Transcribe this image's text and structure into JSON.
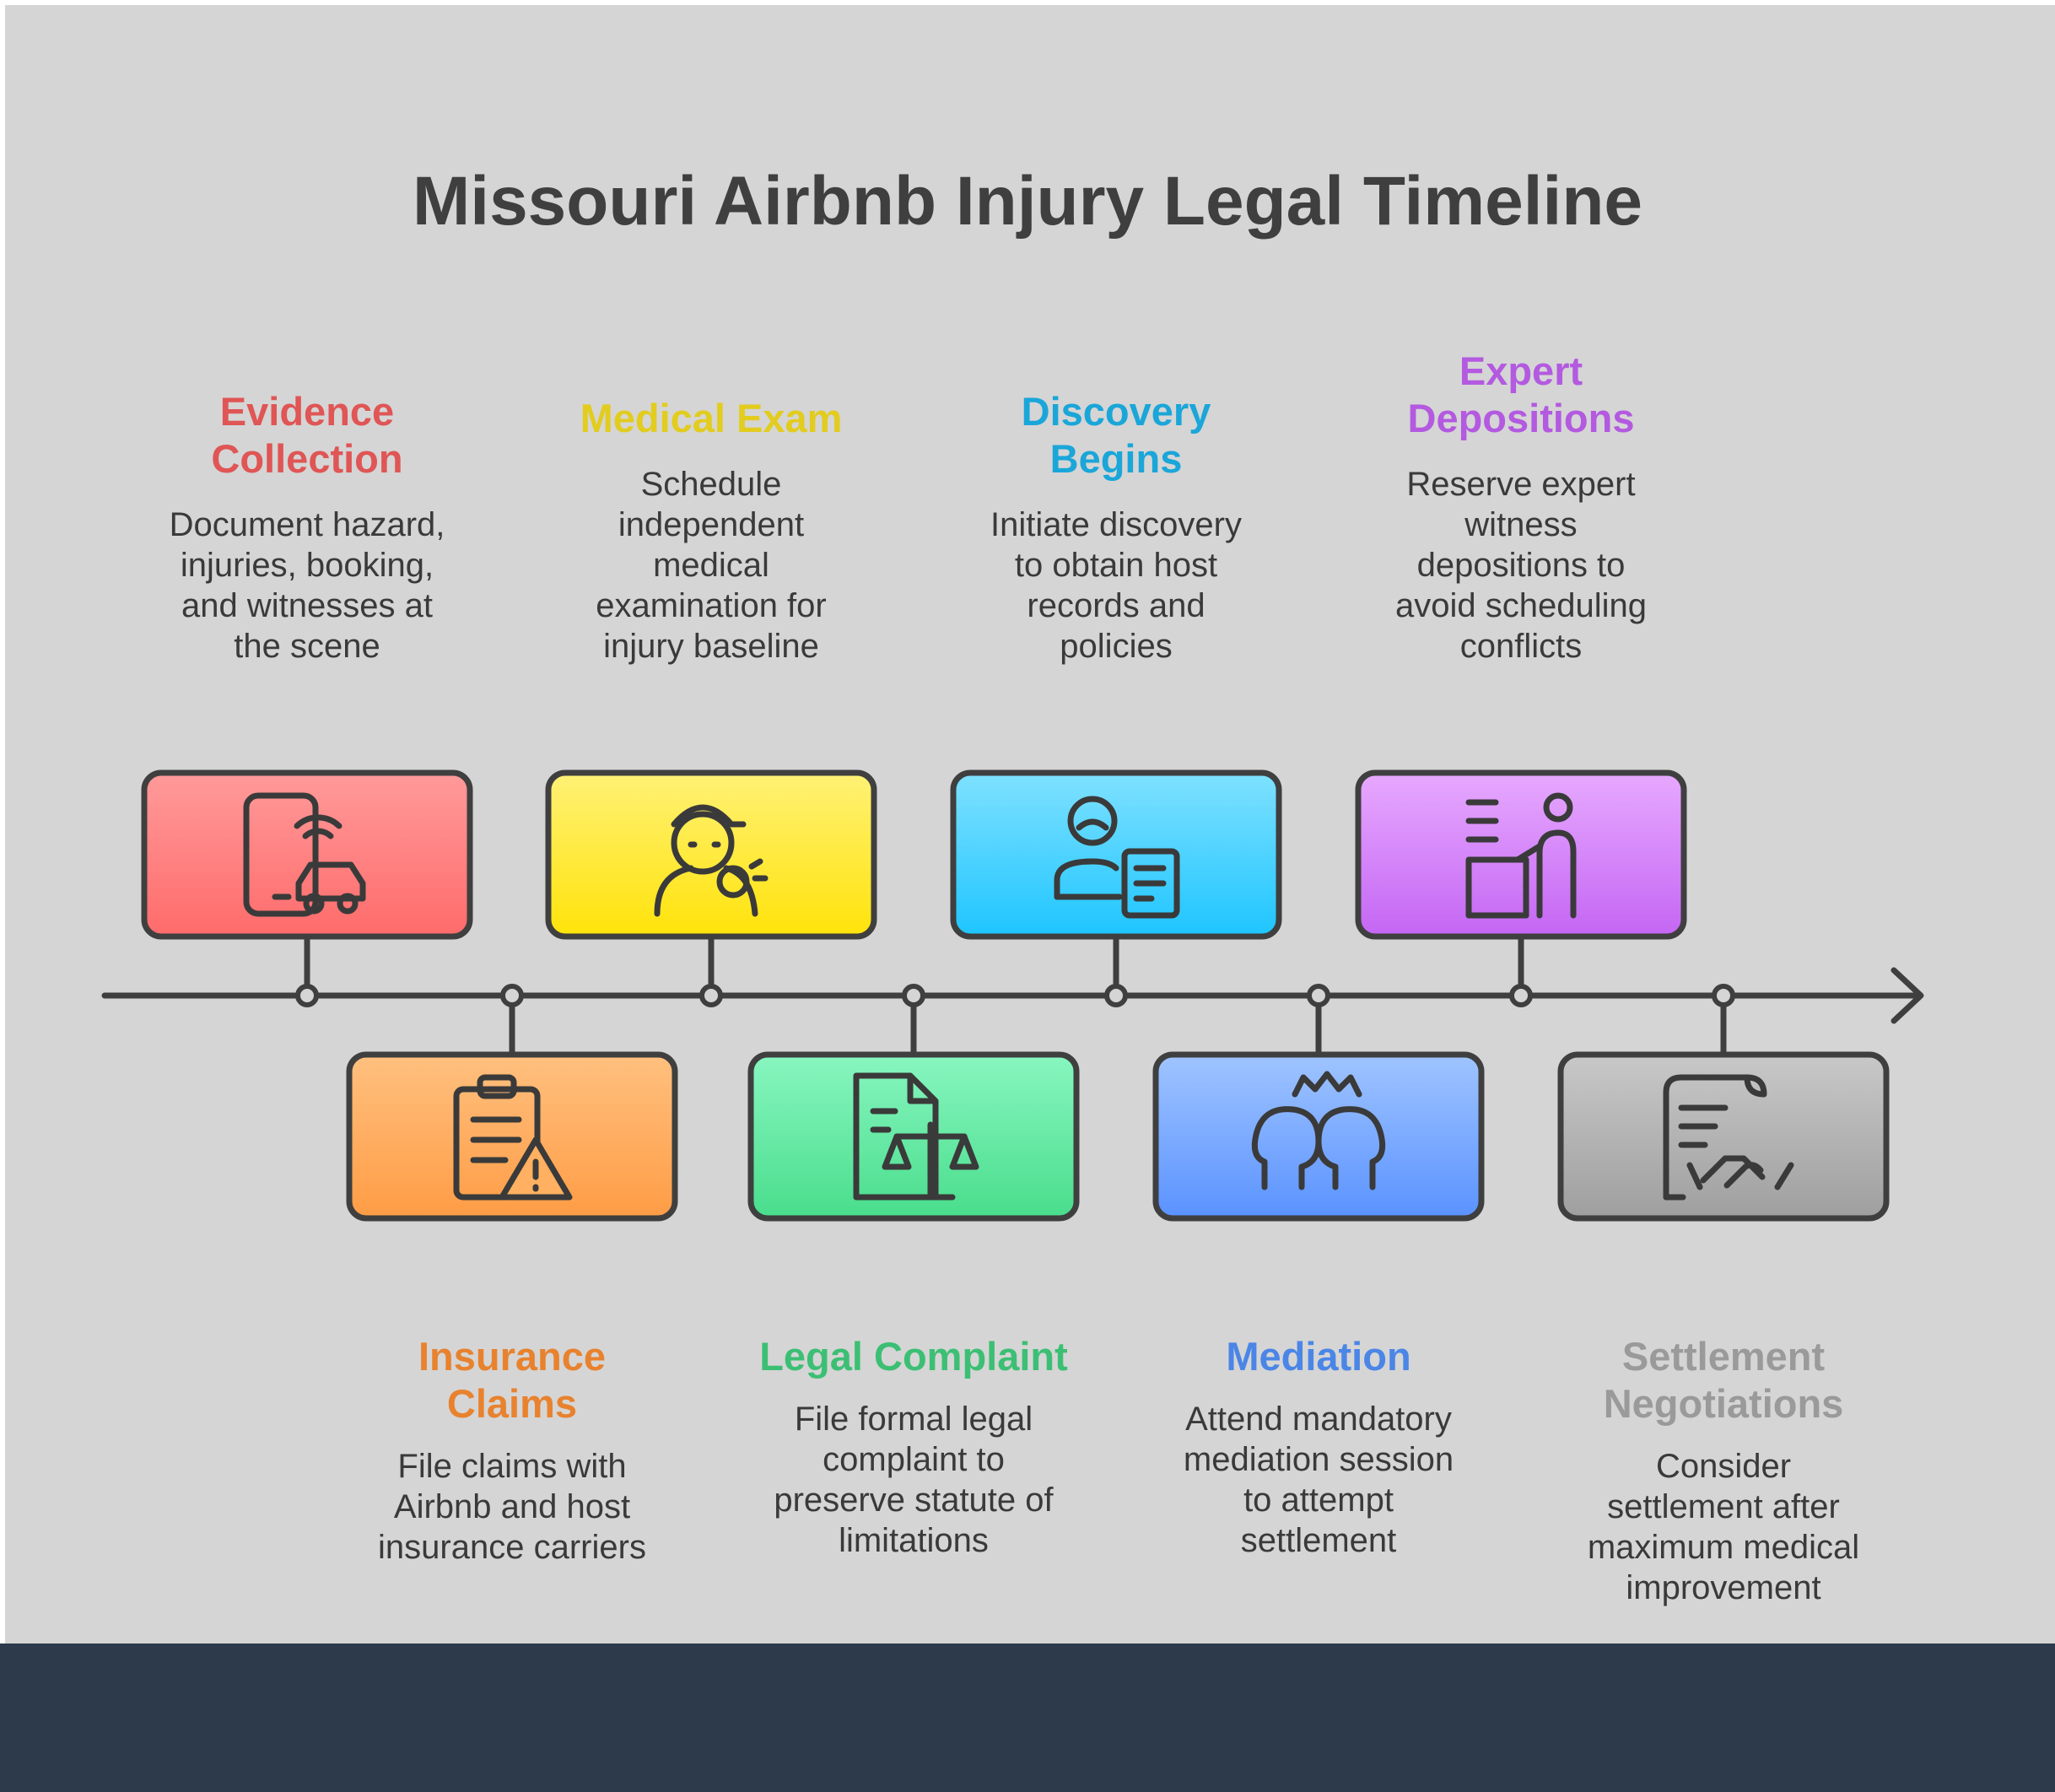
{
  "title": "Missouri Airbnb Injury Legal Timeline",
  "steps": [
    {
      "title": "Evidence Collection",
      "title_lines": [
        "Evidence",
        "Collection"
      ],
      "description": "Document hazard, injuries, booking, and witnesses at the scene",
      "desc_lines": [
        "Document hazard,",
        "injuries, booking,",
        "and witnesses at",
        "the scene"
      ],
      "color": "#e05555",
      "fill_top": "#ff9a9a",
      "fill_bottom": "#ff6b6b",
      "icon": "phone-car-alert-icon",
      "position": "above"
    },
    {
      "title": "Insurance Claims",
      "title_lines": [
        "Insurance",
        "Claims"
      ],
      "description": "File claims with Airbnb and host insurance carriers",
      "desc_lines": [
        "File claims with",
        "Airbnb and host",
        "insurance carriers"
      ],
      "color": "#e8822e",
      "fill_top": "#ffc07f",
      "fill_bottom": "#ff9c45",
      "icon": "clipboard-warning-icon",
      "position": "below"
    },
    {
      "title": "Medical Exam",
      "title_lines": [
        "Medical Exam"
      ],
      "description": "Schedule independent medical examination for injury baseline",
      "desc_lines": [
        "Schedule",
        "independent",
        "medical",
        "examination for",
        "injury baseline"
      ],
      "color": "#e2cc1e",
      "fill_top": "#fff176",
      "fill_bottom": "#ffe30a",
      "icon": "referee-whistle-icon",
      "position": "above"
    },
    {
      "title": "Legal Complaint",
      "title_lines": [
        "Legal Complaint"
      ],
      "description": "File formal legal complaint to preserve statute of limitations",
      "desc_lines": [
        "File formal legal",
        "complaint to",
        "preserve statute of",
        "limitations"
      ],
      "color": "#3cbf74",
      "fill_top": "#88f6c0",
      "fill_bottom": "#49dd8c",
      "icon": "document-scales-icon",
      "position": "below"
    },
    {
      "title": "Discovery Begins",
      "title_lines": [
        "Discovery",
        "Begins"
      ],
      "description": "Initiate discovery to obtain host records and policies",
      "desc_lines": [
        "Initiate discovery",
        "to obtain host",
        "records and",
        "policies"
      ],
      "color": "#1aa6d9",
      "fill_top": "#7fe1ff",
      "fill_bottom": "#1ec5ff",
      "icon": "person-record-icon",
      "position": "above"
    },
    {
      "title": "Mediation",
      "title_lines": [
        "Mediation"
      ],
      "description": "Attend mandatory mediation session to attempt settlement",
      "desc_lines": [
        "Attend mandatory",
        "mediation session",
        "to attempt",
        "settlement"
      ],
      "color": "#4b86e6",
      "fill_top": "#9fc4ff",
      "fill_bottom": "#5a92ff",
      "icon": "two-heads-conflict-icon",
      "position": "below"
    },
    {
      "title": "Expert Depositions",
      "title_lines": [
        "Expert",
        "Depositions"
      ],
      "description": "Reserve expert witness depositions to avoid scheduling conflicts",
      "desc_lines": [
        "Reserve expert",
        "witness",
        "depositions to",
        "avoid scheduling",
        "conflicts"
      ],
      "color": "#b35ae0",
      "fill_top": "#e7a9ff",
      "fill_bottom": "#c466f3",
      "icon": "witness-stand-icon",
      "position": "above"
    },
    {
      "title": "Settlement Negotiations",
      "title_lines": [
        "Settlement",
        "Negotiations"
      ],
      "description": "Consider settlement after maximum medical improvement",
      "desc_lines": [
        "Consider",
        "settlement after",
        "maximum medical",
        "improvement"
      ],
      "color": "#9a9a9a",
      "fill_top": "#c8c8c8",
      "fill_bottom": "#9f9f9f",
      "icon": "contract-handshake-icon",
      "position": "below"
    }
  ]
}
